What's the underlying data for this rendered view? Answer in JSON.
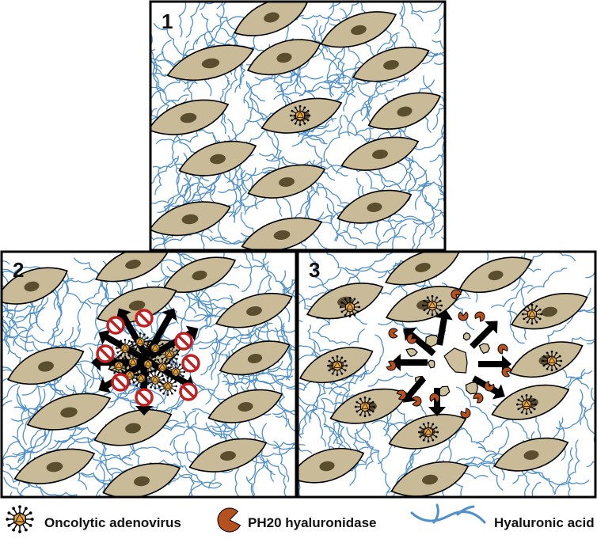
{
  "colors": {
    "cell_fill": "#c9bb98",
    "nucleus": "#5a4e2e",
    "hyaluronic_acid": "#4f8fcc",
    "virus_fill": "#e8a63a",
    "enzyme": "#b5501f",
    "block_ring": "#c0201f",
    "arrow": "#000000",
    "debris": "#cdbf9c"
  },
  "panels": [
    {
      "id": "panel-1",
      "label": "1"
    },
    {
      "id": "panel-2",
      "label": "2"
    },
    {
      "id": "panel-3",
      "label": "3"
    }
  ],
  "legend": {
    "virus": {
      "icon": "oncolytic-adenovirus-icon",
      "label": "Oncolytic adenovirus"
    },
    "enzyme": {
      "icon": "pac-enzyme-icon",
      "label": "PH20 hyaluronidase"
    },
    "ha": {
      "icon": "branched-fiber-icon",
      "label": "Hyaluronic acid"
    }
  }
}
